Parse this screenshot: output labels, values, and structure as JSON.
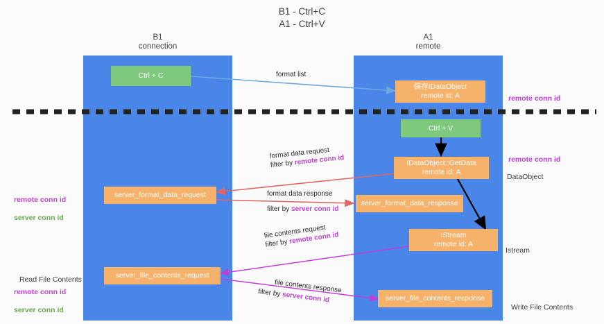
{
  "title": "B1 - Ctrl+C\nA1 - Ctrl+V",
  "lanes": [
    {
      "id": "b1",
      "header": "B1\nconnection"
    },
    {
      "id": "a1",
      "header": "A1\nremote"
    }
  ],
  "boxes": {
    "ctrl_c": {
      "line1": "Ctrl + C",
      "line2": ""
    },
    "drop_dataobject": {
      "line1": "保存IDataObject",
      "line2": "remote id: A"
    },
    "ctrl_v": {
      "line1": "Ctrl + V",
      "line2": ""
    },
    "get_data": {
      "line1": "IDataObject::GetData",
      "line2": "remote id: A"
    },
    "server_format_data_request": {
      "line1": "server_format_data_request",
      "line2": ""
    },
    "server_format_data_response": {
      "line1": "server_format_data_response",
      "line2": ""
    },
    "istream": {
      "line1": "IStream",
      "line2": "remote id: A"
    },
    "server_file_contents_request": {
      "line1": "server_file_contents_request",
      "line2": ""
    },
    "server_file_contents_response": {
      "line1": "server_file_contents_response",
      "line2": ""
    }
  },
  "edge_labels": {
    "format_list": {
      "line1": "format list",
      "filter_prefix": "",
      "filter_key": ""
    },
    "format_data_request": {
      "line1": "format data request",
      "filter_prefix": "filter by ",
      "filter_key": "remote conn id"
    },
    "format_data_response": {
      "line1": "format data response",
      "filter_prefix": "filter by ",
      "filter_key": "server conn id"
    },
    "file_contents_request": {
      "line1": "file contents request",
      "filter_prefix": "filter by ",
      "filter_key": "remote conn id"
    },
    "file_contents_response": {
      "line1": "file contents response",
      "filter_prefix": "filter by ",
      "filter_key": "server conn id"
    }
  },
  "left_labels": {
    "pair_format": {
      "remote": "remote conn id",
      "server": "server conn id"
    },
    "read_file_contents": "Read File Contents",
    "pair_file": {
      "remote": "remote conn id",
      "server": "server conn id"
    }
  },
  "right_labels": {
    "remote_conn_id_top": "remote conn id",
    "remote_conn_id_mid": "remote conn id",
    "dataobject": "DataObject",
    "istream": "Istream",
    "write_file_contents": "Write File Contents"
  },
  "colors": {
    "lane": "#4a86e8",
    "box_orange": "#f6b26b",
    "box_green": "#7fc97f",
    "magenta": "#c13fd6",
    "green_text": "#6aa84f",
    "arrow_lightblue": "#6fa8dc",
    "arrow_red": "#e06666",
    "arrow_magenta": "#c13fd6",
    "arrow_black": "#000000",
    "divider": "#222222"
  }
}
